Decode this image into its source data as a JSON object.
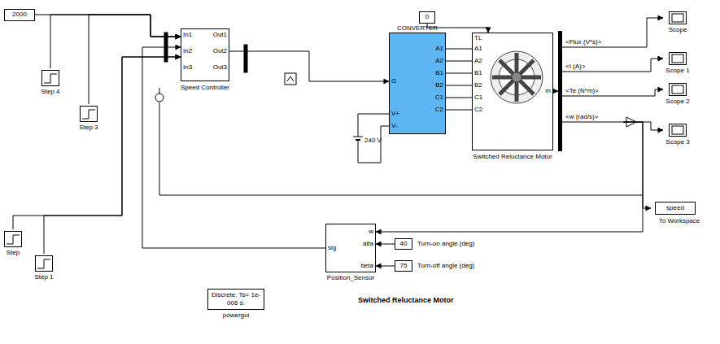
{
  "diagram": {
    "title": "Switched Reluctance Motor",
    "nodes": [
      {
        "text": [
          "2000"
        ]
      },
      {
        "text": [
          "Step 4"
        ]
      },
      {
        "text": [
          "Step 3"
        ]
      },
      {
        "text": [
          "Step"
        ]
      },
      {
        "text": [
          "Step 1"
        ]
      },
      {
        "text": [
          "In1",
          "In2",
          "In3",
          "Out1",
          "Out2",
          "Out3",
          "Speed Controller"
        ]
      },
      {
        "text": [
          "CONVERTER",
          "G",
          "A1",
          "A2",
          "B1",
          "B2",
          "C1",
          "C2",
          "V+",
          "V-"
        ]
      },
      {
        "text": [
          "240 V"
        ]
      },
      {
        "text": [
          "0"
        ]
      },
      {
        "text": [
          "TL",
          "A1",
          "A2",
          "B1",
          "B2",
          "C1",
          "C2",
          "m",
          "Switched Reluctance Motor"
        ]
      },
      {
        "text": [
          "<Flux (V*s)>",
          "<I (A)>",
          "<Te (N*m)>",
          "<w (rad/s)>"
        ]
      },
      {
        "text": [
          "Scope"
        ]
      },
      {
        "text": [
          "Scope 1"
        ]
      },
      {
        "text": [
          "Scope 2"
        ]
      },
      {
        "text": [
          "Scope 3"
        ]
      },
      {
        "text": [
          "speed",
          "To Workspace"
        ]
      },
      {
        "text": [
          "w",
          "alfa",
          "beta",
          "sig",
          "Position_Sensor"
        ]
      },
      {
        "text": [
          "40",
          "Turn-on angle (deg)"
        ]
      },
      {
        "text": [
          "75",
          "Turn-off angle (deg)"
        ]
      },
      {
        "text": [
          "Discrete, Ts= 1e-006 s.",
          "powergui"
        ]
      }
    ],
    "edges": [
      {
        "from": 0,
        "to": 5,
        "arrow": "to"
      },
      {
        "from": 1,
        "to": 5,
        "arrow": "to"
      },
      {
        "from": 2,
        "to": 5,
        "arrow": "to"
      },
      {
        "from": 3,
        "to": 5,
        "arrow": "to"
      },
      {
        "from": 4,
        "to": 5,
        "arrow": "to"
      },
      {
        "from": 5,
        "to": 6,
        "arrow": "to"
      },
      {
        "from": 6,
        "to": 9,
        "arrow": "none"
      },
      {
        "from": 6,
        "to": 9,
        "arrow": "none"
      },
      {
        "from": 6,
        "to": 9,
        "arrow": "none"
      },
      {
        "from": 6,
        "to": 9,
        "arrow": "none"
      },
      {
        "from": 6,
        "to": 9,
        "arrow": "none"
      },
      {
        "from": 6,
        "to": 9,
        "arrow": "none"
      },
      {
        "from": 7,
        "to": 6,
        "arrow": "none"
      },
      {
        "from": 7,
        "to": 6,
        "arrow": "none"
      },
      {
        "from": 8,
        "to": 9,
        "arrow": "to"
      },
      {
        "from": 9,
        "to": 10,
        "arrow": "to"
      },
      {
        "from": 10,
        "to": 11,
        "arrow": "to"
      },
      {
        "from": 10,
        "to": 12,
        "arrow": "to"
      },
      {
        "from": 10,
        "to": 13,
        "arrow": "to"
      },
      {
        "from": 10,
        "to": 14,
        "arrow": "to"
      },
      {
        "from": 10,
        "to": 15,
        "arrow": "to"
      },
      {
        "from": 10,
        "to": 16,
        "arrow": "to"
      },
      {
        "from": 17,
        "to": 16,
        "arrow": "to"
      },
      {
        "from": 18,
        "to": 16,
        "arrow": "to"
      },
      {
        "from": 16,
        "to": 5,
        "arrow": "to"
      }
    ]
  }
}
